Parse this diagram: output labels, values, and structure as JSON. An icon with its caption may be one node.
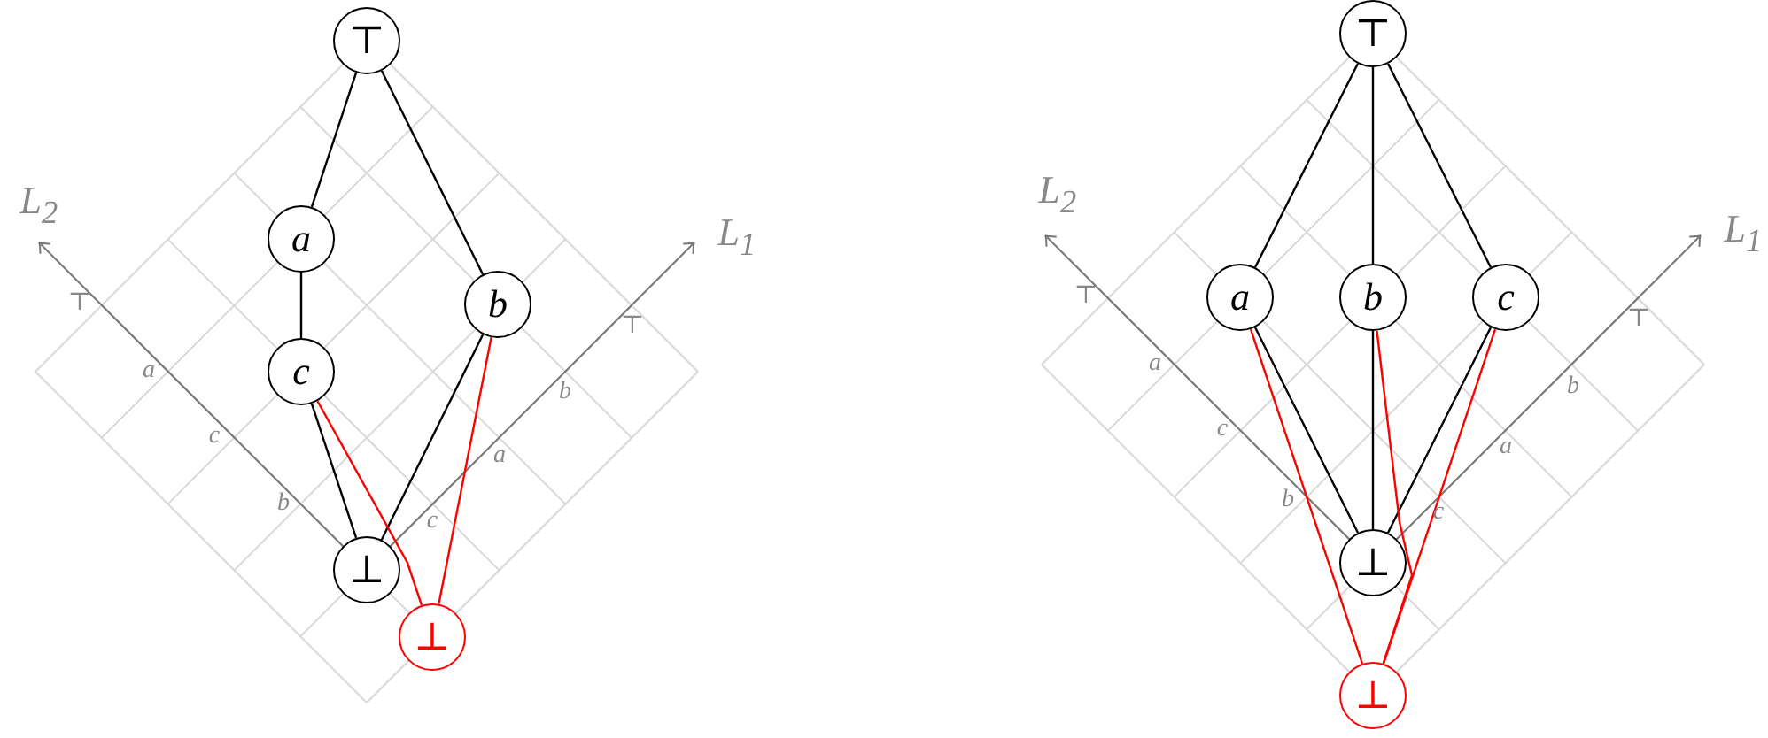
{
  "diagram": {
    "nodes": [
      {
        "text": [
          "⊤"
        ]
      },
      {
        "text": [
          "a"
        ]
      },
      {
        "text": [
          "b"
        ]
      },
      {
        "text": [
          "c"
        ]
      },
      {
        "text": [
          "⊥"
        ]
      },
      {
        "text": [
          "⊥"
        ]
      },
      {
        "text": [
          "⊤"
        ]
      },
      {
        "text": [
          "a"
        ]
      },
      {
        "text": [
          "b"
        ]
      },
      {
        "text": [
          "c"
        ]
      },
      {
        "text": [
          "⊥"
        ]
      },
      {
        "text": [
          "⊥"
        ]
      }
    ],
    "edges": [
      {
        "from": 0,
        "to": 1,
        "arrow": "none"
      },
      {
        "from": 0,
        "to": 2,
        "arrow": "none"
      },
      {
        "from": 1,
        "to": 3,
        "arrow": "none"
      },
      {
        "from": 3,
        "to": 4,
        "arrow": "none"
      },
      {
        "from": 2,
        "to": 4,
        "arrow": "none"
      },
      {
        "from": 3,
        "to": 5,
        "arrow": "none",
        "color": "#ff0000"
      },
      {
        "from": 2,
        "to": 5,
        "arrow": "none",
        "color": "#ff0000"
      },
      {
        "from": 6,
        "to": 7,
        "arrow": "none"
      },
      {
        "from": 6,
        "to": 8,
        "arrow": "none"
      },
      {
        "from": 6,
        "to": 9,
        "arrow": "none"
      },
      {
        "from": 7,
        "to": 10,
        "arrow": "none"
      },
      {
        "from": 8,
        "to": 10,
        "arrow": "none"
      },
      {
        "from": 9,
        "to": 10,
        "arrow": "none"
      },
      {
        "from": 7,
        "to": 11,
        "arrow": "none",
        "color": "#ff0000"
      },
      {
        "from": 8,
        "to": 11,
        "arrow": "none",
        "color": "#ff0000"
      },
      {
        "from": 9,
        "to": 11,
        "arrow": "none",
        "color": "#ff0000"
      }
    ],
    "labels": [
      "*L*$_{2}$",
      "*L*$_{1}$",
      "⊤",
      "a",
      "c",
      "b",
      "⊤",
      "b",
      "a",
      "c",
      "*L*$_{2}$",
      "*L*$_{1}$",
      "⊤",
      "a",
      "c",
      "b",
      "⊤",
      "b",
      "a",
      "c"
    ]
  }
}
